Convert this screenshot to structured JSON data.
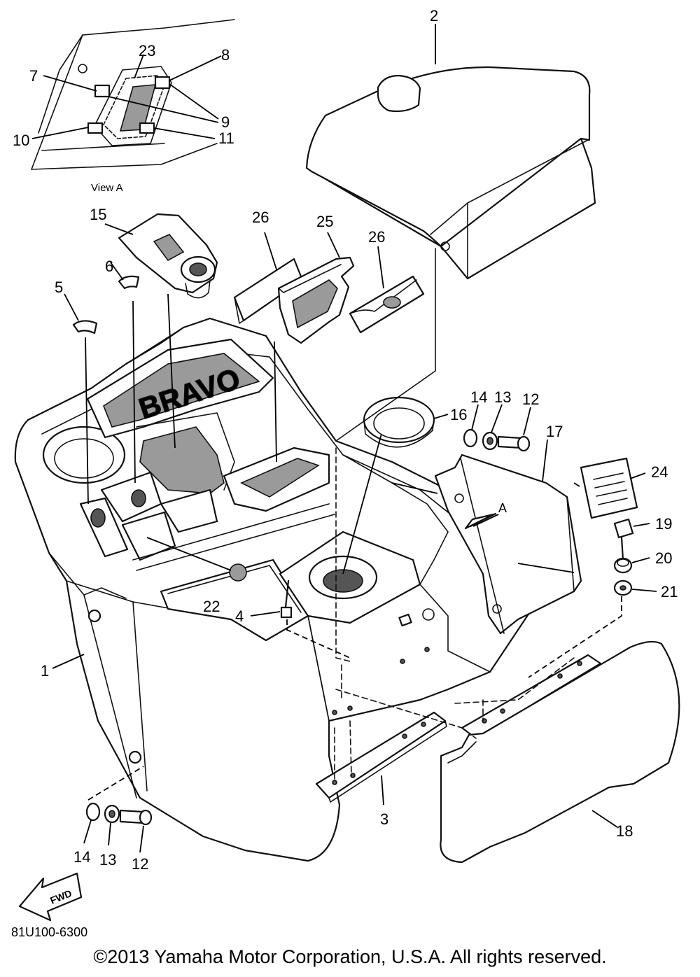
{
  "diagram": {
    "view_label": "View A",
    "arrow_label": "A",
    "fwd_label": "FWD",
    "brand_mark": "BRAVO",
    "code": "81U100-6300",
    "copyright": "©2013 Yamaha Motor Corporation, U.S.A. All rights reserved.",
    "callouts": [
      "2",
      "23",
      "8",
      "7",
      "9",
      "10",
      "11",
      "15",
      "26",
      "25",
      "26",
      "6",
      "5",
      "16",
      "14",
      "13",
      "12",
      "17",
      "24",
      "19",
      "20",
      "21",
      "22",
      "4",
      "1",
      "3",
      "18",
      "14",
      "13",
      "12"
    ]
  }
}
